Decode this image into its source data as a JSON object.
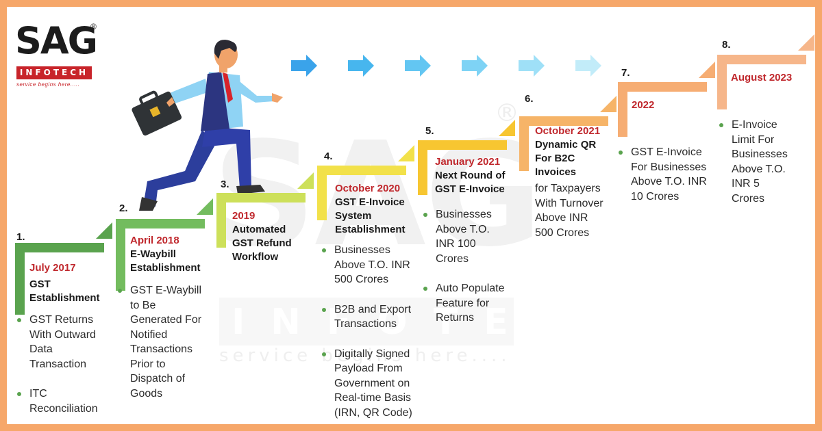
{
  "logo": {
    "brand": "SAG",
    "registered": "®",
    "bar_text": "INFOTECH",
    "tagline": "service begins here....."
  },
  "watermark": {
    "brand": "SAG",
    "bar_text": "INFOTECH",
    "tagline": "service begins here....",
    "registered": "®"
  },
  "arrows": {
    "count": 6,
    "colors": [
      "#3aa3ea",
      "#47b6ee",
      "#63c6f2",
      "#7ed3f5",
      "#9fe0f7",
      "#c2ecf9"
    ]
  },
  "steps": [
    {
      "number": "1.",
      "date": "July 2017",
      "title_lines": [
        "GST",
        "Establishment"
      ],
      "points": [
        "GST Returns With Outward Data Transaction",
        "ITC Reconciliation"
      ],
      "color": "#5aa34e"
    },
    {
      "number": "2.",
      "date": "April 2018",
      "title_lines": [
        "E-Waybill",
        "Establishment"
      ],
      "points": [
        "GST E-Waybill to Be Generated For Notified Transactions Prior to Dispatch of Goods"
      ],
      "color": "#73bc5e"
    },
    {
      "number": "3.",
      "date": "2019",
      "title_lines": [
        "Automated",
        "GST Refund",
        "Workflow"
      ],
      "points": [],
      "color": "#cde05a"
    },
    {
      "number": "4.",
      "date": "October 2020",
      "title_lines": [
        "GST E-Invoice",
        "System",
        "Establishment"
      ],
      "points": [
        "Businesses Above T.O. INR 500 Crores",
        "B2B and Export Transactions",
        "Digitally Signed Payload From Government on Real-time Basis (IRN, QR Code)"
      ],
      "color": "#f2e14a"
    },
    {
      "number": "5.",
      "date": "January 2021",
      "title_lines": [
        "Next Round of",
        "GST E-Invoice"
      ],
      "points": [
        "Businesses Above T.O. INR 100 Crores",
        "Auto Populate Feature for Returns"
      ],
      "color": "#f7c631"
    },
    {
      "number": "6.",
      "date": "October 2021",
      "title_lines": [
        "Dynamic QR",
        "For B2C",
        "Invoices"
      ],
      "plain_text": "for Taxpayers With Turnover Above INR 500 Crores",
      "points": [],
      "color": "#f6b468"
    },
    {
      "number": "7.",
      "date": "2022",
      "title_lines": [],
      "points": [
        "GST E-Invoice For Businesses Above T.O. INR 10 Crores"
      ],
      "color": "#f6ad73"
    },
    {
      "number": "8.",
      "date": "August 2023",
      "title_lines": [],
      "points": [
        "E-Invoice Limit For Businesses Above T.O. INR 5 Crores"
      ],
      "color": "#f6b68a"
    }
  ]
}
